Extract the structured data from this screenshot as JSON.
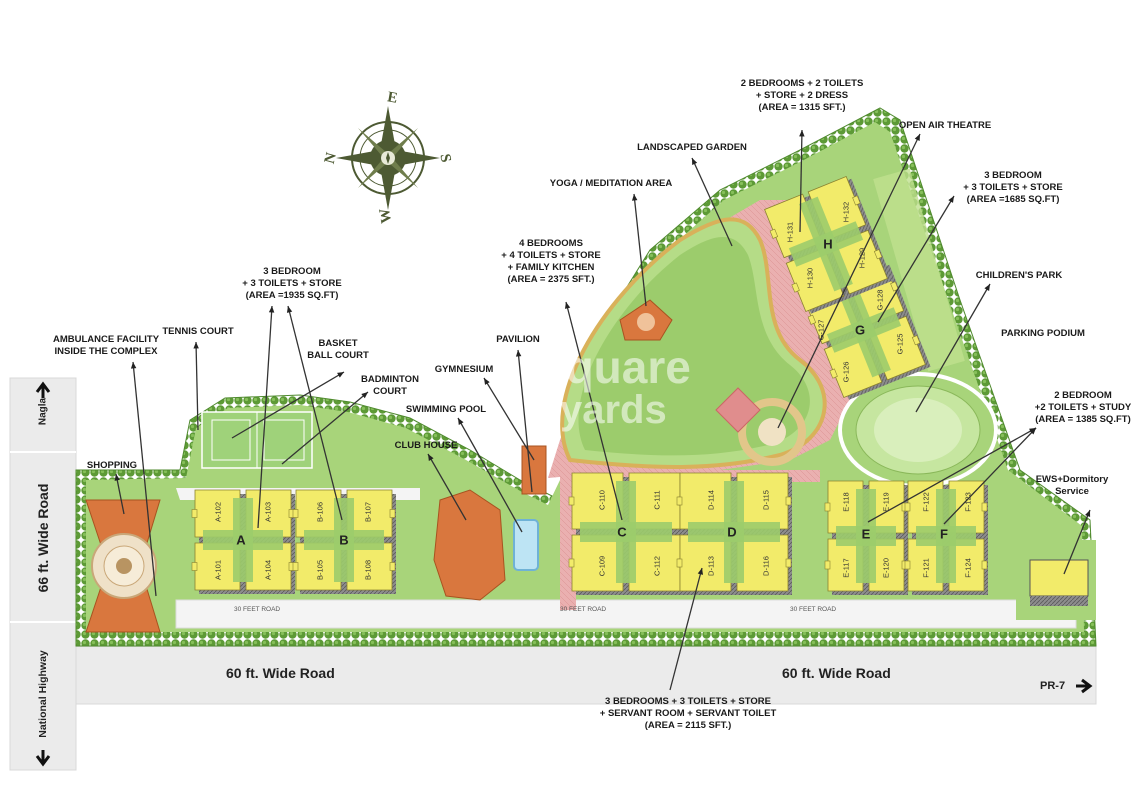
{
  "compass": {
    "n": "N",
    "e": "E",
    "s": "S",
    "w": "W"
  },
  "roads": {
    "left_top": "Nagla",
    "left_mid": "66 ft. Wide Road",
    "left_bottom": "National Highway",
    "bottom_left": "60 ft. Wide Road",
    "bottom_right": "60 ft. Wide Road",
    "pr7": "PR-7",
    "feet_road_1": "30 FEET ROAD",
    "feet_road_2": "30 FEET ROAD",
    "feet_road_3": "30 FEET ROAD"
  },
  "labels": {
    "ambulance": [
      "AMBULANCE FACILITY",
      "INSIDE THE COMPLEX"
    ],
    "tennis": [
      "TENNIS COURT"
    ],
    "tower_a_b": [
      "3 BEDROOM",
      "+ 3 TOILETS + STORE",
      "(AREA =1935 SQ.FT)"
    ],
    "basketball": [
      "BASKET",
      "BALL COURT"
    ],
    "badminton": [
      "BADMINTON",
      "COURT"
    ],
    "shopping": [
      "SHOPPING"
    ],
    "club_house": [
      "CLUB HOUSE"
    ],
    "swimming": [
      "SWIMMING POOL"
    ],
    "gymnasium": [
      "GYMNESIUM"
    ],
    "pavilion": [
      "PAVILION"
    ],
    "tower_c": [
      "4 BEDROOMS",
      "+ 4 TOILETS + STORE",
      "+ FAMILY KITCHEN",
      "(AREA = 2375 SFT.)"
    ],
    "yoga": [
      "YOGA / MEDITATION AREA"
    ],
    "landscaped": [
      "LANDSCAPED GARDEN"
    ],
    "tower_h": [
      "2 BEDROOMS + 2 TOILETS",
      "+ STORE + 2 DRESS",
      "(AREA = 1315 SFT.)"
    ],
    "open_air": [
      "OPEN AIR THEATRE"
    ],
    "tower_g": [
      "3 BEDROOM",
      "+ 3 TOILETS + STORE",
      "(AREA =1685 SQ.FT)"
    ],
    "childrens_park": [
      "CHILDREN'S PARK"
    ],
    "parking": [
      "PARKING PODIUM"
    ],
    "tower_ef": [
      "2 BEDROOM",
      "+2 TOILETS + STUDY",
      "(AREA = 1385 SQ.FT)"
    ],
    "ews": [
      "EWS+Dormitory",
      "Service"
    ],
    "tower_d": [
      "3 BEDROOMS + 3 TOILETS + STORE",
      "+ SERVANT ROOM + SERVANT TOILET",
      "(AREA = 2115 SFT.)"
    ]
  },
  "towers": {
    "a": "A",
    "b": "B",
    "c": "C",
    "d": "D",
    "e": "E",
    "f": "F",
    "g": "G",
    "h": "H"
  },
  "units": {
    "a102": "A-102",
    "a103": "A-103",
    "a101": "A-101",
    "a104": "A-104",
    "b106": "B-106",
    "b107": "B-107",
    "b105": "B-105",
    "b108": "B-108",
    "c110": "C-110",
    "c111": "C-111",
    "c109": "C-109",
    "c112": "C-112",
    "d114": "D-114",
    "d115": "D-115",
    "d113": "D-113",
    "d116": "D-116",
    "e118": "E-118",
    "e119": "E-119",
    "e117": "E-117",
    "e120": "E-120",
    "f122": "F-122",
    "f123": "F-123",
    "f121": "F-121",
    "f124": "F-124",
    "g127": "G-127",
    "g128": "G-128",
    "g126": "G-126",
    "g125": "G-125",
    "h131": "H-131",
    "h132": "H-132",
    "h130": "H-130",
    "h129": "H-129"
  },
  "watermark": {
    "line1": "square",
    "line2": "yards"
  },
  "colors": {
    "grass": "#9ccc6c",
    "grass_light": "#bfe08f",
    "tree": "#4f8a2e",
    "paving": "#e8a0a0",
    "building": "#f2eb6a",
    "building_shadow": "#6b6b3a",
    "orange": "#d9773e",
    "road": "#efefef",
    "compass": "#4d5a33"
  }
}
